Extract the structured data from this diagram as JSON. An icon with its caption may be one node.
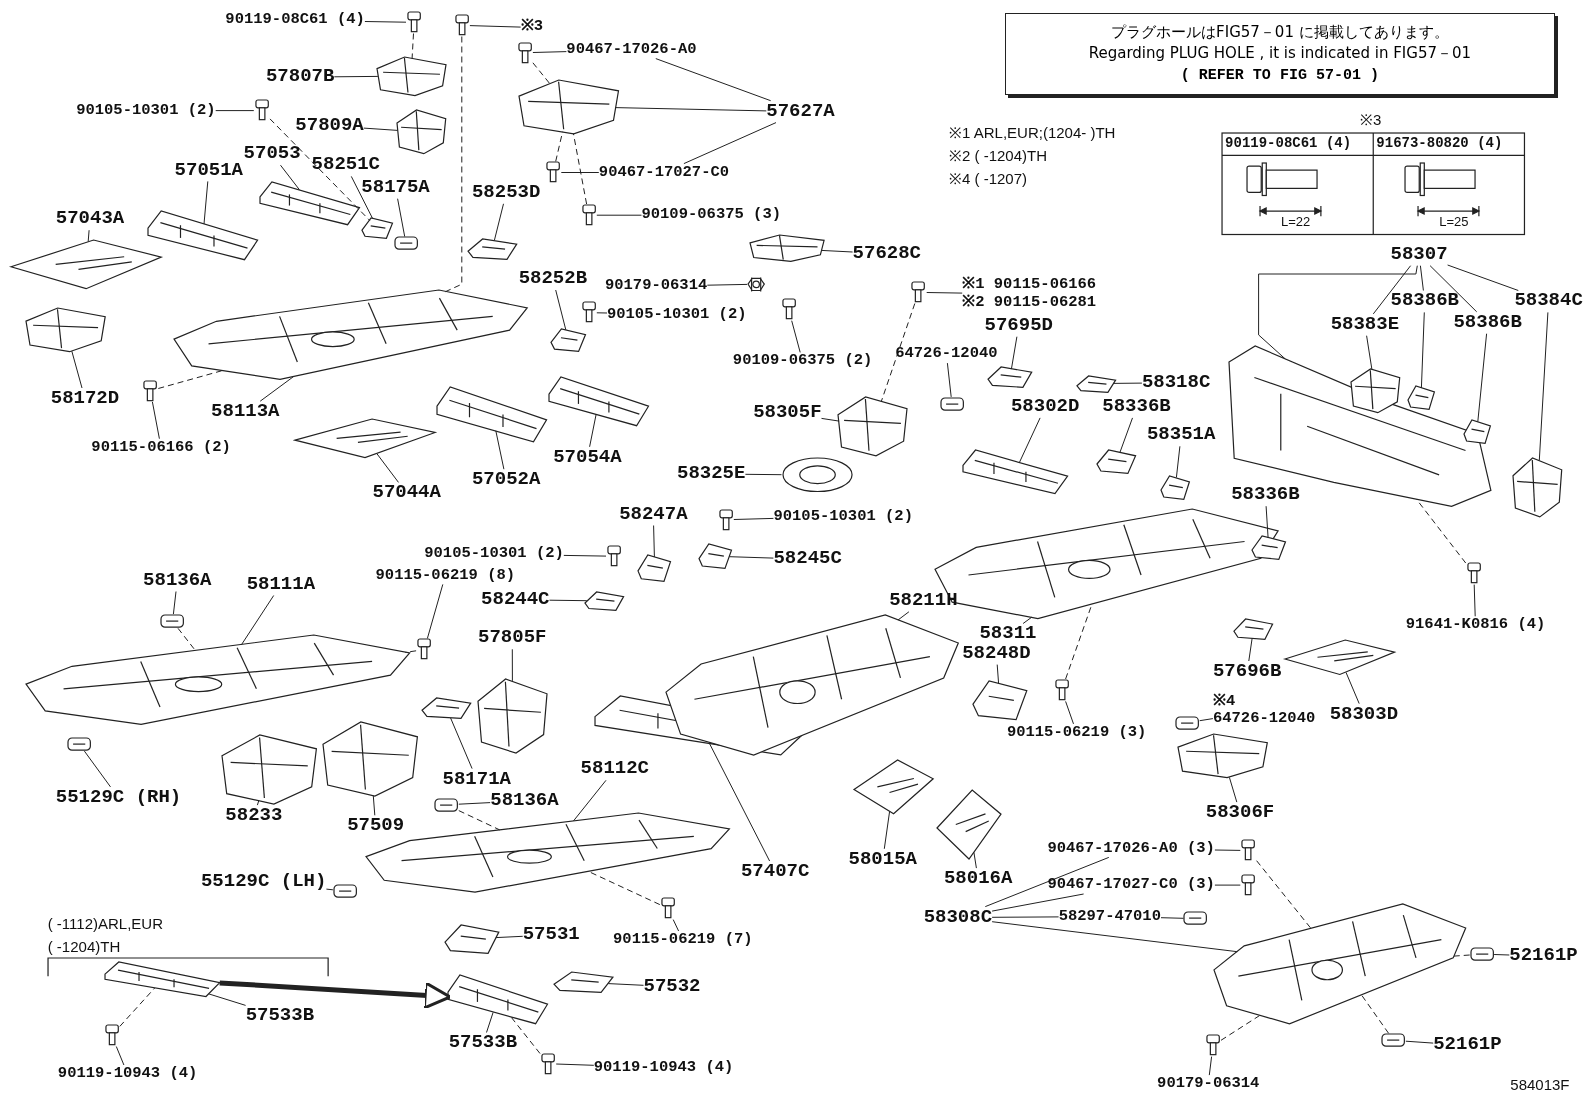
{
  "diagram": {
    "nodes": [
      {
        "text": [
          "プラグホールはFIG57－01 に掲載してあります。",
          "Regarding PLUG HOLE , it is indicated in FIG57－01",
          "( REFER TO FIG 57-01 )"
        ]
      },
      {
        "text": [
          "90119-08C61 (4)"
        ]
      },
      {
        "text": [],
        "shape": "picture"
      },
      {
        "text": [
          "※3"
        ]
      },
      {
        "text": [],
        "shape": "picture"
      },
      {
        "text": [
          "90467-17026-A0"
        ]
      },
      {
        "text": [],
        "shape": "picture"
      },
      {
        "text": [
          "57807B"
        ]
      },
      {
        "text": [],
        "shape": "picture"
      },
      {
        "text": [
          "90105-10301 (2)"
        ]
      },
      {
        "text": [],
        "shape": "picture"
      },
      {
        "text": [
          "57809A"
        ]
      },
      {
        "text": [],
        "shape": "picture"
      },
      {
        "text": [
          "57627A"
        ]
      },
      {
        "text": [],
        "shape": "picture"
      },
      {
        "text": [
          "90467-17027-C0"
        ]
      },
      {
        "text": [],
        "shape": "picture"
      },
      {
        "text": [
          "90109-06375 (3)"
        ]
      },
      {
        "text": [],
        "shape": "picture"
      },
      {
        "text": [
          "57053"
        ]
      },
      {
        "text": [],
        "shape": "picture"
      },
      {
        "text": [
          "57051A"
        ]
      },
      {
        "text": [],
        "shape": "picture"
      },
      {
        "text": [
          "58251C"
        ]
      },
      {
        "text": [],
        "shape": "picture"
      },
      {
        "text": [
          "58175A"
        ]
      },
      {
        "text": [],
        "shape": "picture"
      },
      {
        "text": [
          "58253D"
        ]
      },
      {
        "text": [],
        "shape": "picture"
      },
      {
        "text": [
          "57043A"
        ]
      },
      {
        "text": [],
        "shape": "picture"
      },
      {
        "text": [
          "58172D"
        ]
      },
      {
        "text": [],
        "shape": "picture"
      },
      {
        "text": [
          "58113A"
        ]
      },
      {
        "text": [],
        "shape": "picture"
      },
      {
        "text": [
          "90115-06166 (2)"
        ]
      },
      {
        "text": [],
        "shape": "picture"
      },
      {
        "text": [
          "57044A"
        ]
      },
      {
        "text": [],
        "shape": "picture"
      },
      {
        "text": [
          "57052A"
        ]
      },
      {
        "text": [],
        "shape": "picture"
      },
      {
        "text": [
          "57054A"
        ]
      },
      {
        "text": [],
        "shape": "picture"
      },
      {
        "text": [
          "58252B"
        ]
      },
      {
        "text": [],
        "shape": "picture"
      },
      {
        "text": [
          "90105-10301 (2)"
        ]
      },
      {
        "text": [],
        "shape": "picture"
      },
      {
        "text": [
          "57628C"
        ]
      },
      {
        "text": [],
        "shape": "picture"
      },
      {
        "text": [
          "90179-06314"
        ]
      },
      {
        "text": [],
        "shape": "picture"
      },
      {
        "text": [
          "90109-06375 (2)"
        ]
      },
      {
        "text": [],
        "shape": "picture"
      },
      {
        "text": [
          "58325E"
        ]
      },
      {
        "text": [],
        "shape": "picture"
      },
      {
        "text": [
          "90105-10301 (2)"
        ]
      },
      {
        "text": [],
        "shape": "picture"
      },
      {
        "text": [
          "58247A"
        ]
      },
      {
        "text": [],
        "shape": "picture"
      },
      {
        "text": [
          "58245C"
        ]
      },
      {
        "text": [],
        "shape": "picture"
      },
      {
        "text": [
          "90105-10301 (2)"
        ]
      },
      {
        "text": [],
        "shape": "picture"
      },
      {
        "text": [
          "90115-06219 (8)"
        ]
      },
      {
        "text": [],
        "shape": "picture"
      },
      {
        "text": [
          "58244C"
        ]
      },
      {
        "text": [],
        "shape": "picture"
      },
      {
        "text": [
          "58136A"
        ]
      },
      {
        "text": [],
        "shape": "picture"
      },
      {
        "text": [
          "58111A"
        ]
      },
      {
        "text": [],
        "shape": "picture"
      },
      {
        "text": [
          "55129C (RH)"
        ]
      },
      {
        "text": [],
        "shape": "picture"
      },
      {
        "text": [
          "58233"
        ]
      },
      {
        "text": [],
        "shape": "picture"
      },
      {
        "text": [
          "57509"
        ]
      },
      {
        "text": [],
        "shape": "picture"
      },
      {
        "text": [
          "58171A"
        ]
      },
      {
        "text": [],
        "shape": "picture"
      },
      {
        "text": [
          "57805F"
        ]
      },
      {
        "text": [],
        "shape": "picture"
      },
      {
        "text": [
          "58112C"
        ]
      },
      {
        "text": [],
        "shape": "picture"
      },
      {
        "text": [
          "58136A"
        ]
      },
      {
        "text": [],
        "shape": "picture"
      },
      {
        "text": [
          "55129C (LH)"
        ]
      },
      {
        "text": [],
        "shape": "picture"
      },
      {
        "text": [
          "57407C"
        ]
      },
      {
        "text": [],
        "shape": "picture"
      },
      {
        "text": [
          "58211H"
        ]
      },
      {
        "text": [],
        "shape": "picture"
      },
      {
        "text": [
          "90115-06219 (7)"
        ]
      },
      {
        "text": [],
        "shape": "picture"
      },
      {
        "text": [
          "57531"
        ]
      },
      {
        "text": [],
        "shape": "picture"
      },
      {
        "text": [
          "57532"
        ]
      },
      {
        "text": [],
        "shape": "picture"
      },
      {
        "text": [
          "57533B"
        ]
      },
      {
        "text": [],
        "shape": "picture"
      },
      {
        "text": [
          "57533B"
        ]
      },
      {
        "text": [],
        "shape": "picture"
      },
      {
        "text": [
          "90119-10943 (4)"
        ]
      },
      {
        "text": [],
        "shape": "picture"
      },
      {
        "text": [
          "90119-10943 (4)"
        ]
      },
      {
        "text": [],
        "shape": "picture"
      },
      {
        "text": [
          "※1 90115-06166",
          "※2 90115-06281"
        ]
      },
      {
        "text": [],
        "shape": "picture"
      },
      {
        "text": [
          "57695D"
        ]
      },
      {
        "text": [],
        "shape": "picture"
      },
      {
        "text": [
          "64726-12040"
        ]
      },
      {
        "text": [],
        "shape": "picture"
      },
      {
        "text": [
          "58305F"
        ]
      },
      {
        "text": [],
        "shape": "picture"
      },
      {
        "text": [
          "58318C"
        ]
      },
      {
        "text": [],
        "shape": "picture"
      },
      {
        "text": [
          "58302D"
        ]
      },
      {
        "text": [],
        "shape": "picture"
      },
      {
        "text": [
          "58336B"
        ]
      },
      {
        "text": [],
        "shape": "picture"
      },
      {
        "text": [
          "58351A"
        ]
      },
      {
        "text": [],
        "shape": "picture"
      },
      {
        "text": [
          "58311"
        ]
      },
      {
        "text": [],
        "shape": "picture"
      },
      {
        "text": [
          "58336B"
        ]
      },
      {
        "text": [],
        "shape": "picture"
      },
      {
        "text": [
          "58307"
        ]
      },
      {
        "text": [],
        "shape": "picture"
      },
      {
        "text": [
          "58383E"
        ]
      },
      {
        "text": [],
        "shape": "picture"
      },
      {
        "text": [
          "58386B"
        ]
      },
      {
        "text": [],
        "shape": "picture"
      },
      {
        "text": [
          "58386B"
        ]
      },
      {
        "text": [],
        "shape": "picture"
      },
      {
        "text": [
          "58384C"
        ]
      },
      {
        "text": [],
        "shape": "picture"
      },
      {
        "text": [
          "91641-K0816 (4)"
        ]
      },
      {
        "text": [],
        "shape": "picture"
      },
      {
        "text": [
          "58248D"
        ]
      },
      {
        "text": [],
        "shape": "picture"
      },
      {
        "text": [
          "90115-06219 (3)"
        ]
      },
      {
        "text": [],
        "shape": "picture"
      },
      {
        "text": [
          "57696B"
        ]
      },
      {
        "text": [],
        "shape": "picture"
      },
      {
        "text": [
          "58303D"
        ]
      },
      {
        "text": [],
        "shape": "picture"
      },
      {
        "text": [
          "※4",
          "64726-12040"
        ]
      },
      {
        "text": [],
        "shape": "picture"
      },
      {
        "text": [
          "58306F"
        ]
      },
      {
        "text": [],
        "shape": "picture"
      },
      {
        "text": [
          "58015A"
        ]
      },
      {
        "text": [],
        "shape": "picture"
      },
      {
        "text": [
          "58016A"
        ]
      },
      {
        "text": [],
        "shape": "picture"
      },
      {
        "text": [
          "58308C"
        ]
      },
      {
        "text": [],
        "shape": "picture"
      },
      {
        "text": [
          "90467-17026-A0 (3)"
        ]
      },
      {
        "text": [],
        "shape": "picture"
      },
      {
        "text": [
          "90467-17027-C0 (3)"
        ]
      },
      {
        "text": [],
        "shape": "picture"
      },
      {
        "text": [
          "58297-47010"
        ]
      },
      {
        "text": [],
        "shape": "picture"
      },
      {
        "text": [
          "52161P"
        ]
      },
      {
        "text": [],
        "shape": "picture"
      },
      {
        "text": [
          "52161P"
        ]
      },
      {
        "text": [],
        "shape": "picture"
      },
      {
        "text": [
          "90179-06314"
        ]
      },
      {
        "text": [],
        "shape": "picture"
      }
    ],
    "edges": [
      {
        "from": 1,
        "to": 2,
        "arrow": "none"
      },
      {
        "from": 3,
        "to": 4,
        "arrow": "none"
      },
      {
        "from": 5,
        "to": 6,
        "arrow": "none"
      },
      {
        "from": 7,
        "to": 8,
        "arrow": "none"
      },
      {
        "from": 9,
        "to": 10,
        "arrow": "none"
      },
      {
        "from": 11,
        "to": 12,
        "arrow": "none"
      },
      {
        "from": 13,
        "to": 14,
        "arrow": "none"
      },
      {
        "from": 15,
        "to": 16,
        "arrow": "none"
      },
      {
        "from": 17,
        "to": 18,
        "arrow": "none"
      },
      {
        "from": 19,
        "to": 20,
        "arrow": "none"
      },
      {
        "from": 21,
        "to": 22,
        "arrow": "none"
      },
      {
        "from": 23,
        "to": 24,
        "arrow": "none"
      },
      {
        "from": 25,
        "to": 26,
        "arrow": "none"
      },
      {
        "from": 27,
        "to": 28,
        "arrow": "none"
      },
      {
        "from": 29,
        "to": 30,
        "arrow": "none"
      },
      {
        "from": 31,
        "to": 32,
        "arrow": "none"
      },
      {
        "from": 33,
        "to": 34,
        "arrow": "none"
      },
      {
        "from": 35,
        "to": 36,
        "arrow": "none"
      },
      {
        "from": 37,
        "to": 38,
        "arrow": "none"
      },
      {
        "from": 39,
        "to": 40,
        "arrow": "none"
      },
      {
        "from": 41,
        "to": 42,
        "arrow": "none"
      },
      {
        "from": 43,
        "to": 44,
        "arrow": "none"
      },
      {
        "from": 45,
        "to": 46,
        "arrow": "none"
      },
      {
        "from": 47,
        "to": 48,
        "arrow": "none"
      },
      {
        "from": 49,
        "to": 50,
        "arrow": "none"
      },
      {
        "from": 51,
        "to": 52,
        "arrow": "none"
      },
      {
        "from": 53,
        "to": 54,
        "arrow": "none"
      },
      {
        "from": 55,
        "to": 56,
        "arrow": "none"
      },
      {
        "from": 57,
        "to": 58,
        "arrow": "none"
      },
      {
        "from": 59,
        "to": 60,
        "arrow": "none"
      },
      {
        "from": 61,
        "to": 62,
        "arrow": "none"
      },
      {
        "from": 63,
        "to": 64,
        "arrow": "none"
      },
      {
        "from": 65,
        "to": 66,
        "arrow": "none"
      },
      {
        "from": 67,
        "to": 68,
        "arrow": "none"
      },
      {
        "from": 69,
        "to": 70,
        "arrow": "none"
      },
      {
        "from": 71,
        "to": 72,
        "arrow": "none"
      },
      {
        "from": 73,
        "to": 74,
        "arrow": "none"
      },
      {
        "from": 75,
        "to": 76,
        "arrow": "none"
      },
      {
        "from": 77,
        "to": 78,
        "arrow": "none"
      },
      {
        "from": 79,
        "to": 80,
        "arrow": "none"
      },
      {
        "from": 81,
        "to": 82,
        "arrow": "none"
      },
      {
        "from": 83,
        "to": 84,
        "arrow": "none"
      },
      {
        "from": 85,
        "to": 86,
        "arrow": "none"
      },
      {
        "from": 87,
        "to": 88,
        "arrow": "none"
      },
      {
        "from": 89,
        "to": 90,
        "arrow": "none"
      },
      {
        "from": 91,
        "to": 92,
        "arrow": "none"
      },
      {
        "from": 93,
        "to": 94,
        "arrow": "none"
      },
      {
        "from": 95,
        "to": 96,
        "arrow": "none"
      },
      {
        "from": 97,
        "to": 98,
        "arrow": "none"
      },
      {
        "from": 99,
        "to": 100,
        "arrow": "none"
      },
      {
        "from": 101,
        "to": 102,
        "arrow": "none"
      },
      {
        "from": 103,
        "to": 104,
        "arrow": "none"
      },
      {
        "from": 105,
        "to": 106,
        "arrow": "none"
      },
      {
        "from": 107,
        "to": 108,
        "arrow": "none"
      },
      {
        "from": 109,
        "to": 110,
        "arrow": "none"
      },
      {
        "from": 111,
        "to": 112,
        "arrow": "none"
      },
      {
        "from": 113,
        "to": 114,
        "arrow": "none"
      },
      {
        "from": 115,
        "to": 116,
        "arrow": "none"
      },
      {
        "from": 117,
        "to": 118,
        "arrow": "none"
      },
      {
        "from": 119,
        "to": 120,
        "arrow": "none"
      },
      {
        "from": 121,
        "to": 122,
        "arrow": "none"
      },
      {
        "from": 123,
        "to": 124,
        "arrow": "none"
      },
      {
        "from": 125,
        "to": 126,
        "arrow": "none"
      },
      {
        "from": 127,
        "to": 128,
        "arrow": "none"
      },
      {
        "from": 129,
        "to": 130,
        "arrow": "none"
      },
      {
        "from": 131,
        "to": 132,
        "arrow": "none"
      },
      {
        "from": 133,
        "to": 134,
        "arrow": "none"
      },
      {
        "from": 135,
        "to": 136,
        "arrow": "none"
      },
      {
        "from": 137,
        "to": 138,
        "arrow": "none"
      },
      {
        "from": 139,
        "to": 140,
        "arrow": "none"
      },
      {
        "from": 141,
        "to": 142,
        "arrow": "none"
      },
      {
        "from": 143,
        "to": 144,
        "arrow": "none"
      },
      {
        "from": 145,
        "to": 146,
        "arrow": "none"
      },
      {
        "from": 147,
        "to": 148,
        "arrow": "none"
      },
      {
        "from": 149,
        "to": 150,
        "arrow": "none"
      },
      {
        "from": 151,
        "to": 152,
        "arrow": "none"
      },
      {
        "from": 153,
        "to": 154,
        "arrow": "none"
      },
      {
        "from": 155,
        "to": 156,
        "arrow": "none"
      },
      {
        "from": 157,
        "to": 158,
        "arrow": "none"
      },
      {
        "from": 159,
        "to": 160,
        "arrow": "none"
      },
      {
        "from": 161,
        "to": 162,
        "arrow": "none"
      },
      {
        "from": 163,
        "to": 164,
        "arrow": "none"
      },
      {
        "from": 165,
        "to": 166,
        "arrow": "none"
      },
      {
        "from": 13,
        "to": 5,
        "arrow": "none"
      },
      {
        "from": 13,
        "to": 15,
        "arrow": "none"
      },
      {
        "from": 125,
        "to": 127,
        "arrow": "none"
      },
      {
        "from": 125,
        "to": 129,
        "arrow": "none"
      },
      {
        "from": 125,
        "to": 131,
        "arrow": "none"
      },
      {
        "from": 125,
        "to": 133,
        "arrow": "none"
      },
      {
        "from": 153,
        "to": 155,
        "arrow": "none"
      },
      {
        "from": 153,
        "to": 157,
        "arrow": "none"
      },
      {
        "from": 153,
        "to": 159,
        "arrow": "none"
      },
      {
        "from": 98,
        "to": 100,
        "arrow": "to",
        "style": "thick"
      },
      {
        "from": 2,
        "to": 8,
        "arrow": "none",
        "style": "dashed"
      },
      {
        "from": 4,
        "to": 34,
        "arrow": "none",
        "style": "dashed"
      },
      {
        "from": 10,
        "to": 24,
        "arrow": "none",
        "style": "dashed"
      },
      {
        "from": 6,
        "to": 14,
        "arrow": "none",
        "style": "dashed"
      },
      {
        "from": 16,
        "to": 14,
        "arrow": "none",
        "style": "dashed"
      },
      {
        "from": 18,
        "to": 14,
        "arrow": "none",
        "style": "dashed"
      },
      {
        "from": 36,
        "to": 34,
        "arrow": "none",
        "style": "dashed"
      },
      {
        "from": 64,
        "to": 70,
        "arrow": "none",
        "style": "dashed"
      },
      {
        "from": 68,
        "to": 70,
        "arrow": "none",
        "style": "dashed"
      },
      {
        "from": 92,
        "to": 82,
        "arrow": "none",
        "style": "dashed"
      },
      {
        "from": 84,
        "to": 82,
        "arrow": "none",
        "style": "dashed"
      },
      {
        "from": 102,
        "to": 98,
        "arrow": "none",
        "style": "dashed"
      },
      {
        "from": 104,
        "to": 100,
        "arrow": "none",
        "style": "dashed"
      },
      {
        "from": 136,
        "to": 126,
        "arrow": "none",
        "style": "dashed"
      },
      {
        "from": 140,
        "to": 122,
        "arrow": "none",
        "style": "dashed"
      },
      {
        "from": 166,
        "to": 154,
        "arrow": "none",
        "style": "dashed"
      },
      {
        "from": 162,
        "to": 154,
        "arrow": "none",
        "style": "dashed"
      },
      {
        "from": 164,
        "to": 154,
        "arrow": "none",
        "style": "dashed"
      },
      {
        "from": 156,
        "to": 154,
        "arrow": "none",
        "style": "dashed"
      },
      {
        "from": 106,
        "to": 112,
        "arrow": "none",
        "style": "dashed"
      }
    ],
    "labels": [
      "※1 ARL,EUR;(1204- )TH",
      "※2 ( -1204)TH",
      "※4 ( -1207)",
      "※3",
      "90119-08C61 (4)",
      "91673-80820 (4)",
      "L=22",
      "L=25",
      "( -1112)ARL,EUR",
      "( -1204)TH",
      "584013F"
    ]
  }
}
